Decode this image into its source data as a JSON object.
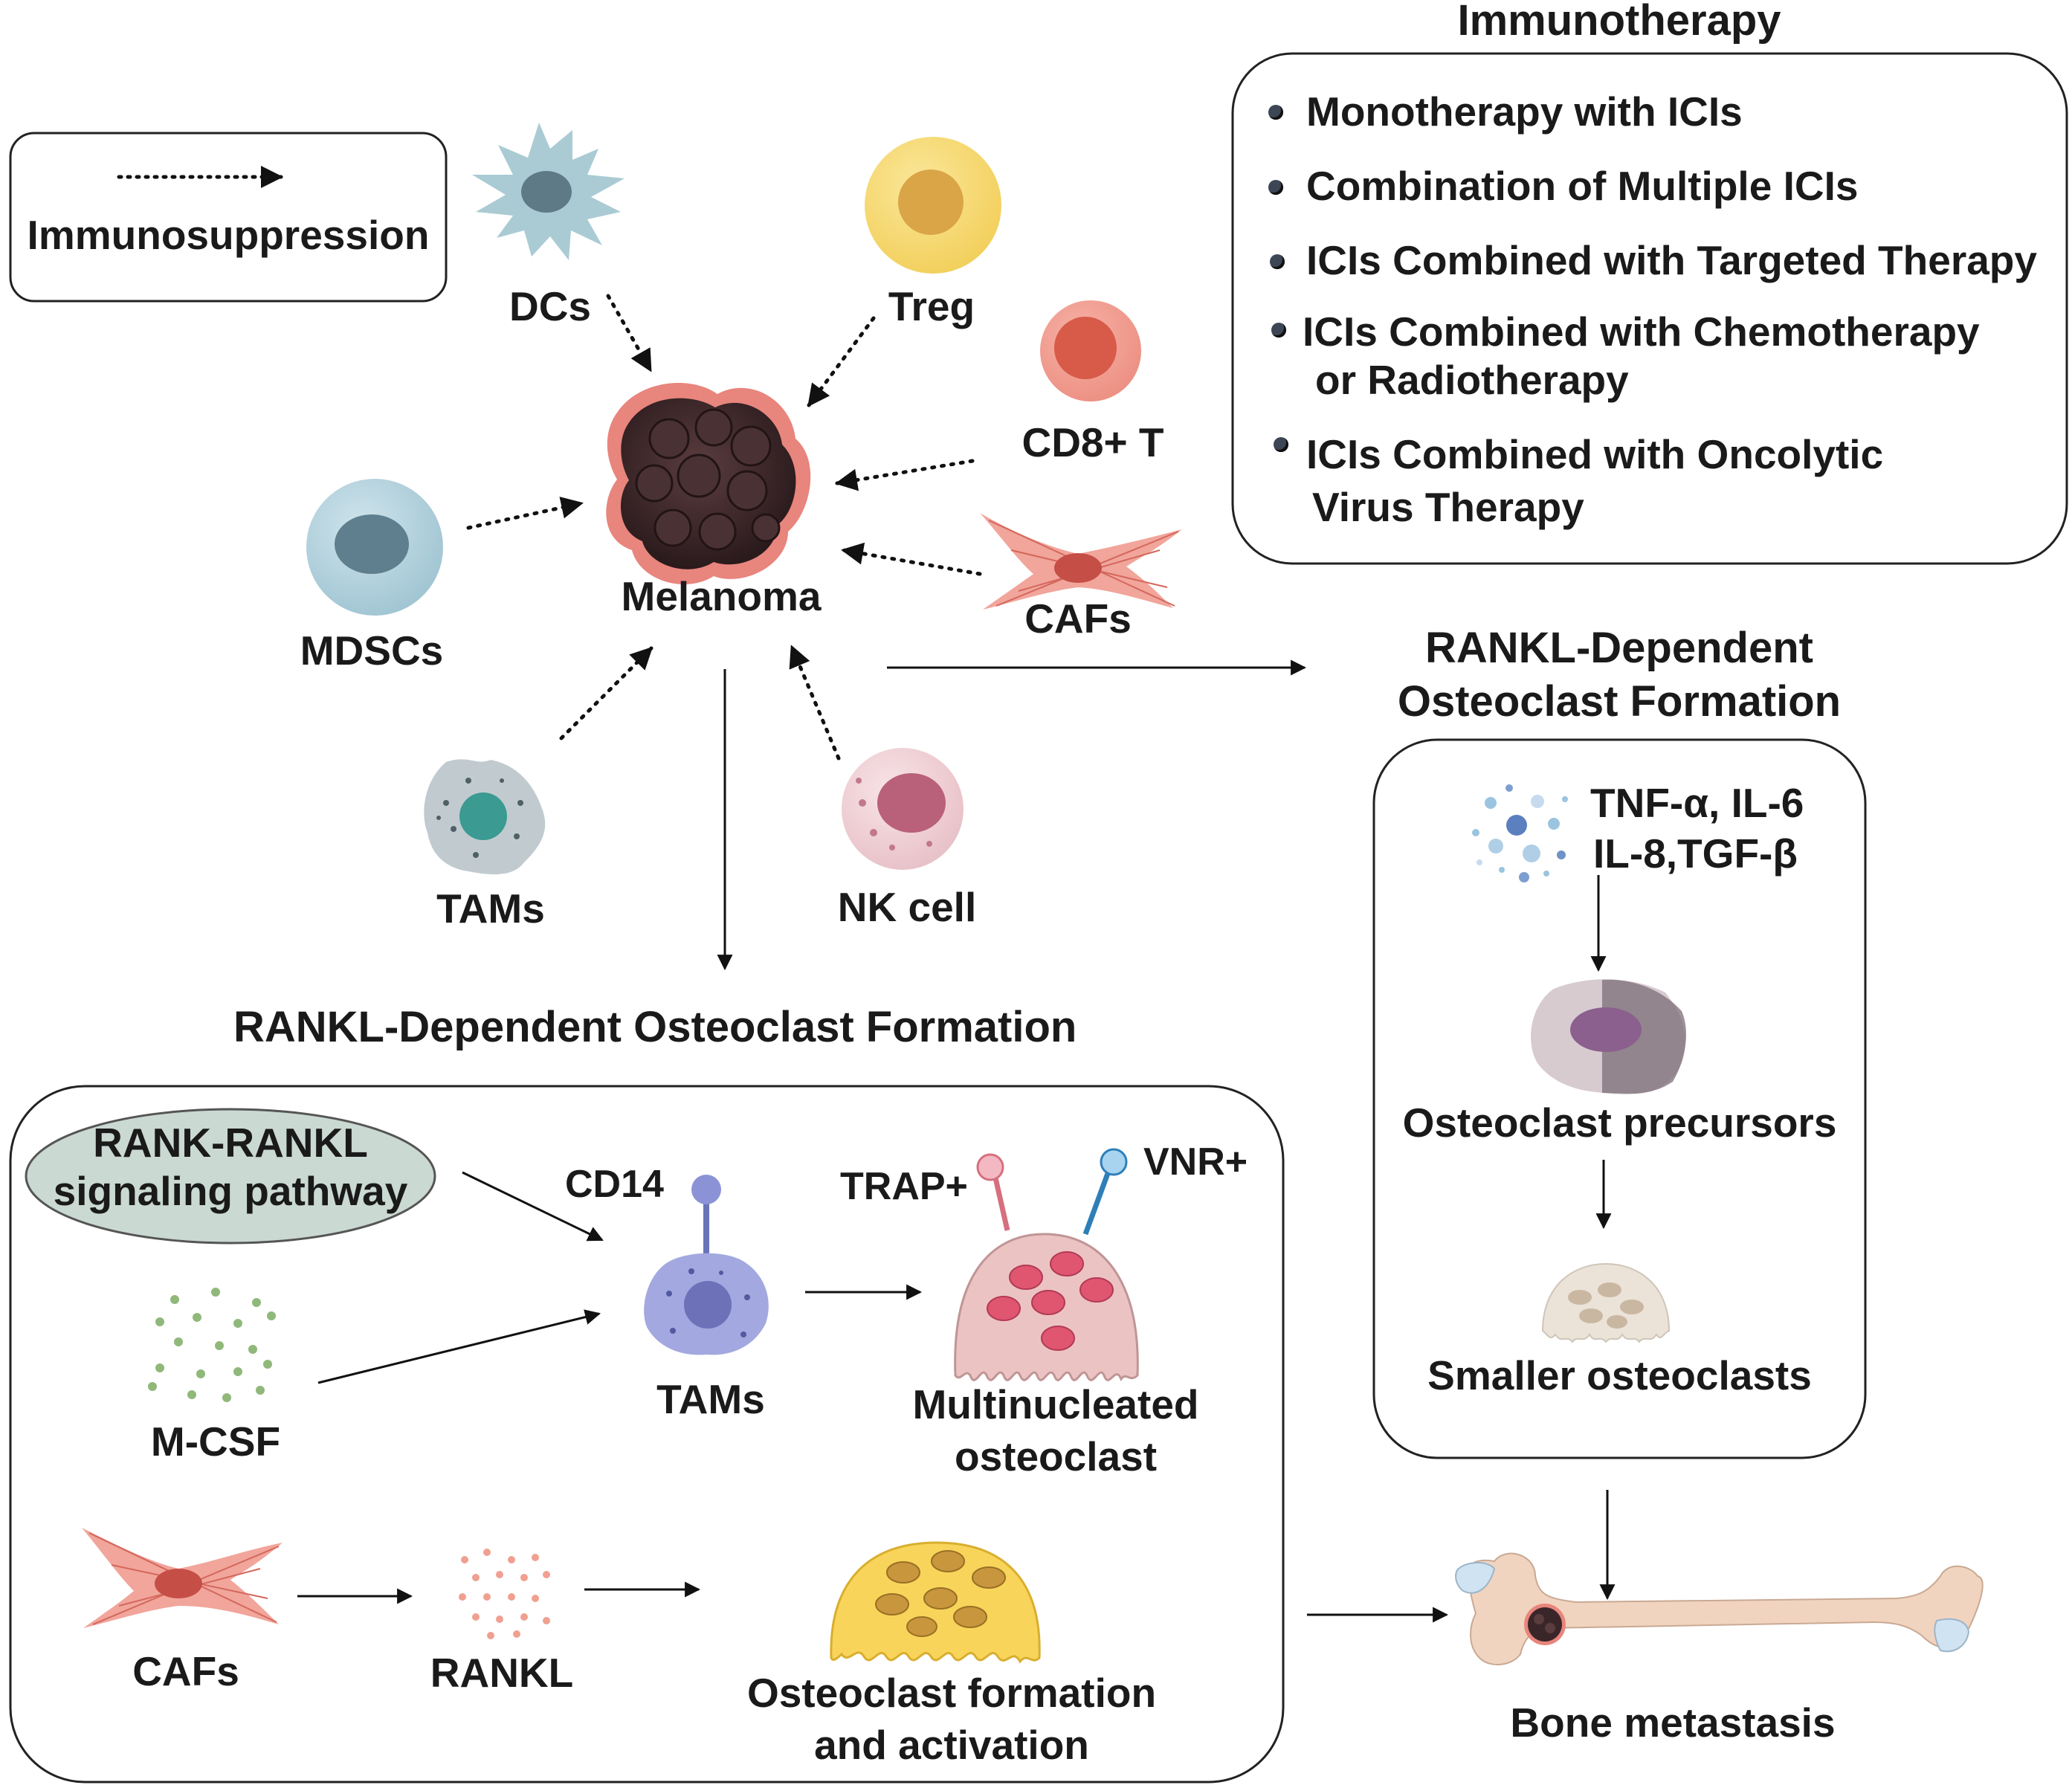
{
  "legend": {
    "label": "Immunosuppression"
  },
  "immunotherapy": {
    "title": "Immunotherapy",
    "items": [
      "Monotherapy with ICIs",
      "Combination of Multiple ICIs",
      "ICIs Combined with Targeted Therapy",
      "ICIs Combined with Chemotherapy",
      "or Radiotherapy",
      "ICIs Combined with Oncolytic",
      "Virus Therapy"
    ]
  },
  "center": {
    "label": "Melanoma"
  },
  "cells": {
    "dcs": "DCs",
    "treg": "Treg",
    "cd8": "CD8+ T",
    "cafs": "CAFs",
    "mdscs": "MDSCs",
    "tams": "TAMs",
    "nk": "NK cell"
  },
  "right_panel": {
    "title_line1": "RANKL-Dependent",
    "title_line2": "Osteoclast Formation",
    "cytokines_line1": "TNF-α, IL-6",
    "cytokines_line2": "IL-8,TGF-β",
    "precursors": "Osteoclast precursors",
    "smaller": "Smaller osteoclasts"
  },
  "bottom_panel": {
    "title": "RANKL-Dependent Osteoclast Formation",
    "pathway_line1": "RANK-RANKL",
    "pathway_line2": "signaling pathway",
    "cd14": "CD14",
    "trap": "TRAP+",
    "vnr": "VNR+",
    "mcsf": "M-CSF",
    "tams": "TAMs",
    "multi_line1": "Multinucleated",
    "multi_line2": "osteoclast",
    "cafs": "CAFs",
    "rankl": "RANKL",
    "formation_line1": "Osteoclast formation",
    "formation_line2": "and activation"
  },
  "bone": {
    "label": "Bone metastasis"
  },
  "colors": {
    "tumor": "#3a2628",
    "tumor_rim": "#e8857d",
    "dc": "#aacbd3",
    "treg": "#f6d66a",
    "cd8": "#e8786a",
    "caf": "#ec8b80",
    "mdsc": "#a9cdd9",
    "tam": "#b9c2c7",
    "nk": "#eec8ce",
    "pathway_ellipse": "#cad9d2",
    "mcsf_dots": "#90b87a",
    "tam_purple": "#a3a8e0",
    "osteoclast_pink": "#ecc3c3",
    "osteoclast_yellow": "#f8d55a",
    "bone": "#f1d4bf"
  }
}
